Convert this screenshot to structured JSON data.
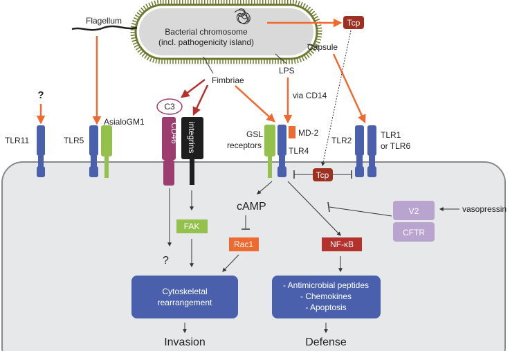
{
  "colors": {
    "orange": "#ee6a30",
    "darkred": "#b5312c",
    "blue": "#4a60ad",
    "green": "#93c14b",
    "purple": "#9c3d6f",
    "black": "#1e1e1e",
    "lavender": "#b9a3cf",
    "tcp": "#9c3021",
    "bacteria_rim": "#6e7a2f",
    "cell_fill": "#e7e8ea",
    "cell_border": "#888888"
  },
  "bacterium": {
    "chromosome_line1": "Bacterial chromosome",
    "chromosome_line2": "(incl. pathogenicity island)"
  },
  "labels": {
    "flagellum": "Flagellum",
    "capsule": "Capsule",
    "lps": "LPS",
    "fimbriae": "Fimbriae",
    "via_cd14": "via CD14",
    "tcp_top": "Tcp",
    "tcp_membrane": "Tcp",
    "question_top": "?",
    "question_mid": "?"
  },
  "receptors": {
    "tlr11": "TLR11",
    "tlr5": "TLR5",
    "asialogm1": "AsialoGM1",
    "c3": "C3",
    "cd46": "CD46",
    "integrins": "integrins",
    "gsl_line1": "GSL",
    "gsl_line2": "receptors",
    "md2": "MD-2",
    "tlr4": "TLR4",
    "tlr2": "TLR2",
    "tlr1_line1": "TLR1",
    "tlr1_line2": "or TLR6"
  },
  "signaling": {
    "camp": "cAMP",
    "fak": "FAK",
    "rac1": "Rac1",
    "nfkb": "NF-κB",
    "v2": "V2",
    "cftr": "CFTR",
    "vasopressin": "vasopressin"
  },
  "outcomes": {
    "cyto_line1": "Cytoskeletal",
    "cyto_line2": "rearrangement",
    "defense_line1": "- Antimicrobial peptides",
    "defense_line2": "- Chemokines",
    "defense_line3": "- Apoptosis",
    "invasion": "Invasion",
    "defense": "Defense"
  }
}
